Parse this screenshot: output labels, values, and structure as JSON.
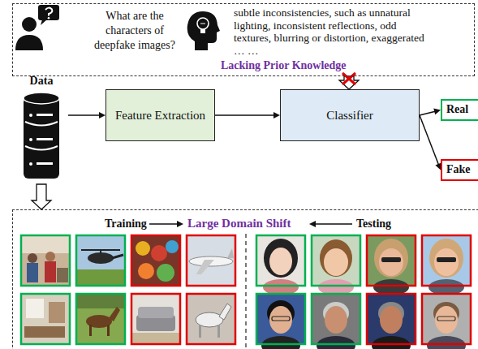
{
  "diagram": {
    "nodes": [
      {
        "text": [
          "What are the characters of deepfake images?",
          "subtle inconsistencies, such as unnatural lighting, inconsistent reflections, odd textures, blurring or distortion, exaggerated … …",
          "Lacking Prior Knowledge"
        ]
      },
      {
        "text": [
          "Data"
        ]
      },
      {
        "text": [
          "Feature Extraction"
        ]
      },
      {
        "text": [
          "Classifier"
        ]
      },
      {
        "text": [
          "Real"
        ]
      },
      {
        "text": [
          "Fake"
        ]
      },
      {
        "text": [
          "Training",
          "Large Domain Shift",
          "Testing"
        ]
      }
    ],
    "edges": [
      {
        "from": 1,
        "to": 2,
        "arrow": "to"
      },
      {
        "from": 2,
        "to": 3,
        "arrow": "to"
      },
      {
        "from": 3,
        "to": 4,
        "arrow": "to"
      },
      {
        "from": 3,
        "to": 5,
        "arrow": "to"
      },
      {
        "from": 0,
        "to": 3,
        "arrow": "to"
      },
      {
        "from": 1,
        "to": 6,
        "arrow": "to"
      }
    ]
  }
}
